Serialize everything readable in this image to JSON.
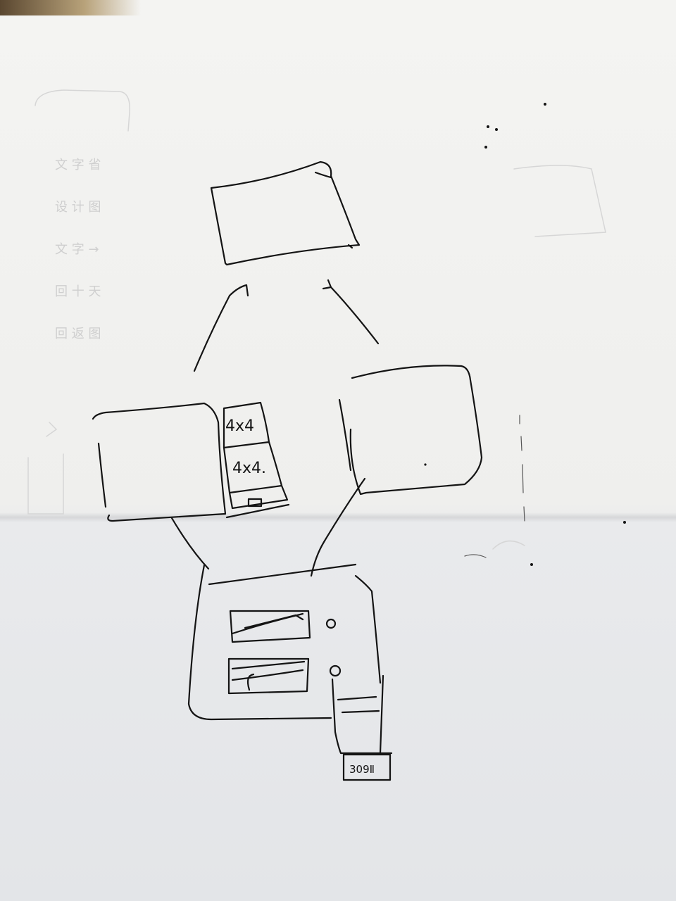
{
  "sketch": {
    "module_labels": [
      "4x4",
      "4x4."
    ],
    "tag_label": "309Ⅱ"
  },
  "colors": {
    "paper": "#f1f1ef",
    "ink": "#141414",
    "background": "#2a241e"
  }
}
